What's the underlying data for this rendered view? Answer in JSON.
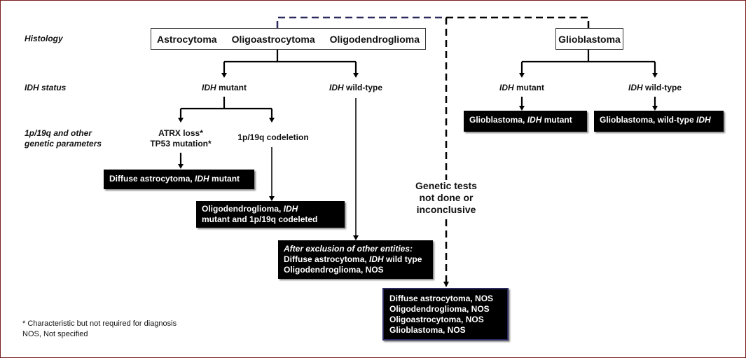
{
  "row_labels": {
    "histology": "Histology",
    "idh_status": "IDH status",
    "genetic_1": "1p/19q and other",
    "genetic_2": "genetic parameters"
  },
  "histology_box": {
    "items": [
      "Astrocytoma",
      "Oligoastrocytoma",
      "Oligodendroglioma"
    ]
  },
  "glioblastoma_box": "Glioblastoma",
  "idh": {
    "gene": "IDH",
    "mutant": "mutant",
    "wildtype": "wild-type"
  },
  "genetic": {
    "atrx": "ATRX loss*",
    "tp53": "TP53 mutation*",
    "codeletion": "1p/19q codeletion"
  },
  "results": {
    "diffuse_mutant": {
      "pre": "Diffuse astrocytoma, ",
      "gene": "IDH",
      "post": " mutant"
    },
    "oligo": {
      "line1_pre": "Oligodendroglioma,  ",
      "gene": "IDH",
      "line2": "mutant and 1p/19q codeleted"
    },
    "wildtype": {
      "header": "After exclusion of other entities:",
      "line2_pre": "Diffuse astrocytoma, ",
      "gene": "IDH",
      "line2_post": " wild type",
      "line3": "Oligodendroglioma,  NOS"
    },
    "gbm_mutant": {
      "pre": "Glioblastoma, ",
      "gene": "IDH",
      "post": "  mutant"
    },
    "gbm_wildtype": {
      "pre": "Glioblastoma, wild-type ",
      "gene": "IDH"
    },
    "nos": [
      "Diffuse astrocytoma, NOS",
      "Oligodendroglioma,  NOS",
      "Oligoastrocytoma, NOS",
      "Glioblastoma, NOS"
    ]
  },
  "genetic_tests": [
    "Genetic tests",
    "not done or",
    "inconclusive"
  ],
  "footnotes": [
    "* Characteristic but not required for diagnosis",
    "NOS, Not specified"
  ],
  "colors": {
    "frame": "#7a1f1f",
    "navy": "#2a2a5e",
    "box": "#000000"
  }
}
